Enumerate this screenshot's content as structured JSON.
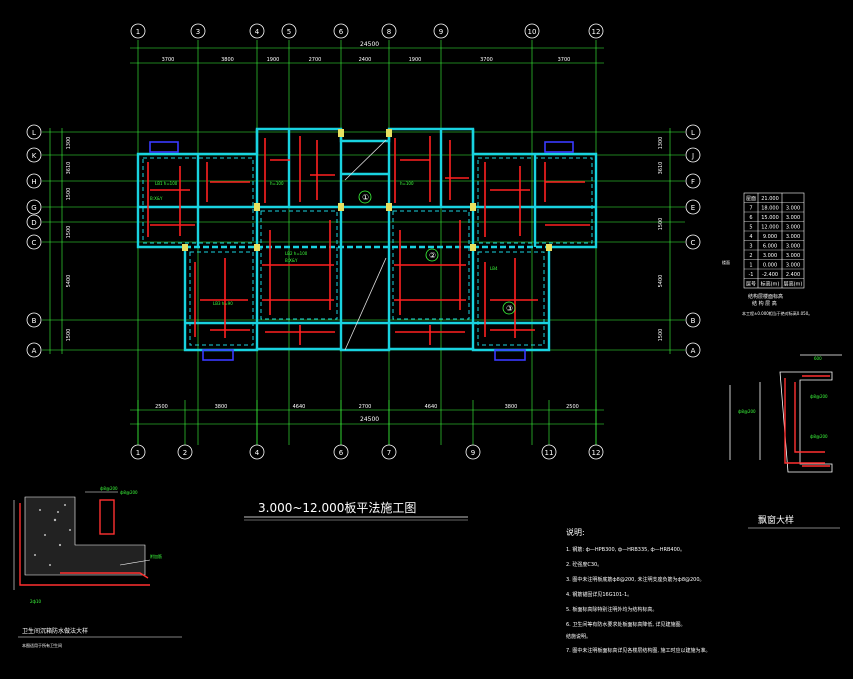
{
  "drawing": {
    "title": "3.000~12.000板平法施工图",
    "overall_dim": "24500",
    "top_axes": [
      "1",
      "3",
      "4",
      "5",
      "6",
      "8",
      "9",
      "10",
      "12"
    ],
    "bottom_axes": [
      "1",
      "2",
      "4",
      "6",
      "7",
      "9",
      "11",
      "12"
    ],
    "left_axes": [
      "L",
      "K",
      "H",
      "G",
      "D",
      "C",
      "B",
      "A"
    ],
    "right_axes": [
      "L",
      "J",
      "F",
      "E",
      "C",
      "B",
      "A"
    ],
    "top_dims": [
      "3700",
      "3800",
      "1900",
      "2700",
      "2400",
      "1900",
      "3700",
      "3700"
    ],
    "bottom_dims": [
      "2500",
      "3800",
      "4640",
      "2700",
      "4640",
      "3800",
      "2500"
    ],
    "left_dims": [
      "1300",
      "3610",
      "1500",
      "1500",
      "5400",
      "1500"
    ],
    "right_dims": [
      "1300",
      "3610",
      "1500",
      "5400",
      "1500"
    ],
    "room_tags": [
      "①",
      "②",
      "③"
    ]
  },
  "floor_table": {
    "header": [
      "屋面",
      "21.000",
      ""
    ],
    "rows": [
      [
        "7",
        "18.000",
        "3.000"
      ],
      [
        "6",
        "15.000",
        "3.000"
      ],
      [
        "5",
        "12.000",
        "3.000"
      ],
      [
        "4",
        "9.000",
        "3.000"
      ],
      [
        "3",
        "6.000",
        "3.000"
      ],
      [
        "2",
        "3.000",
        "3.000"
      ],
      [
        "1",
        "0.000",
        "3.000"
      ],
      [
        "-1",
        "-2.400",
        "2.400"
      ]
    ],
    "footer": [
      "层号",
      "标高(m)",
      "层高(m)"
    ],
    "caption": "结构层楼面标高",
    "caption2": "结 构 层 高",
    "note": "本工程±0.000相当于绝对标高0.050。"
  },
  "details": {
    "window_title": "飘窗大样",
    "section_title": "卫生间沉箱防水做法大样",
    "section_note": "本图适用于所有卫生间"
  },
  "notes": {
    "heading": "说明:",
    "items": [
      "1. 钢筋: ф—HPB300, ф—HRB335, ф—HRB400。",
      "2. 砼强度C30。",
      "3. 图中未注明板底筋ф8@200, 未注明支座负筋为ф8@200。",
      "4. 钢筋锚固详见16G101-1。",
      "5. 板面标高除特别注明外均为结构标高。",
      "6. 卫生间等有防水要求处板面标高降低, 详见建施图。",
      "   结施说明。",
      "7. 图中未注明板面标高详见各楼层结构图, 施工时应以建施为准。"
    ]
  }
}
